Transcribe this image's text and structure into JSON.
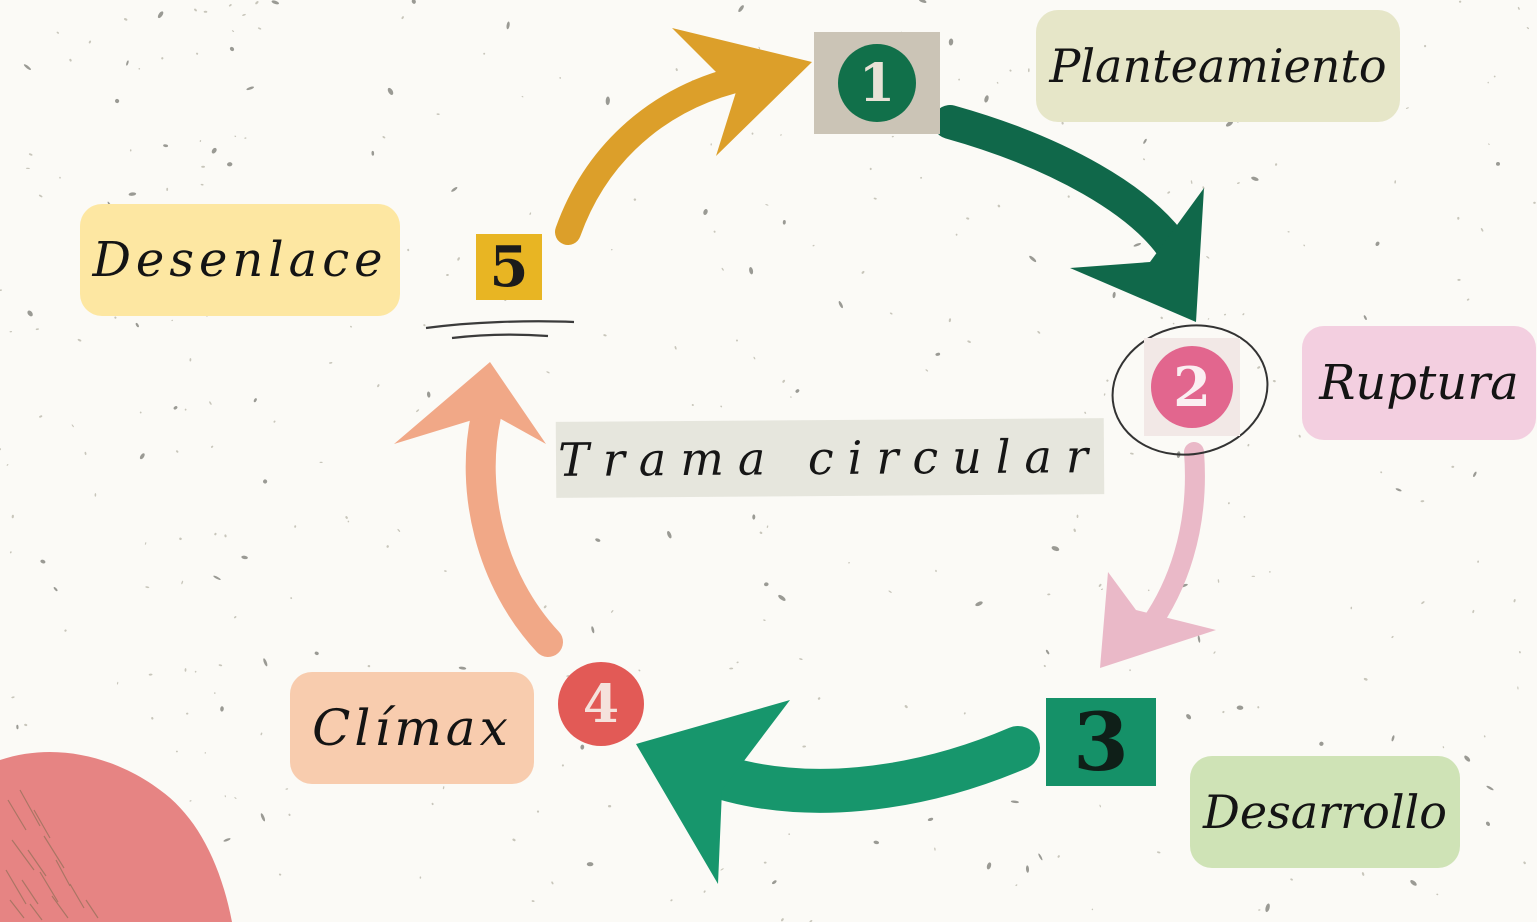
{
  "title": "Trama circular",
  "stages": [
    {
      "number": "1",
      "label": "Planteamiento",
      "color": "#e6e6c8",
      "badge_color": "#11704a"
    },
    {
      "number": "2",
      "label": "Ruptura",
      "color": "#f3cfe0",
      "badge_color": "#e2668e"
    },
    {
      "number": "3",
      "label": "Desarrollo",
      "color": "#cfe3b6",
      "badge_color": "#159168"
    },
    {
      "number": "4",
      "label": "Clímax",
      "color": "#f8ccae",
      "badge_color": "#e25a56"
    },
    {
      "number": "5",
      "label": "Desenlace",
      "color": "#fde7a2",
      "badge_color": "#e8b523"
    }
  ],
  "arrow_colors": {
    "five_to_one": "#dc9f2a",
    "one_to_two": "#10684a",
    "two_to_three": "#eab9c8",
    "three_to_four": "#17966c",
    "four_to_five": "#f1a887"
  }
}
